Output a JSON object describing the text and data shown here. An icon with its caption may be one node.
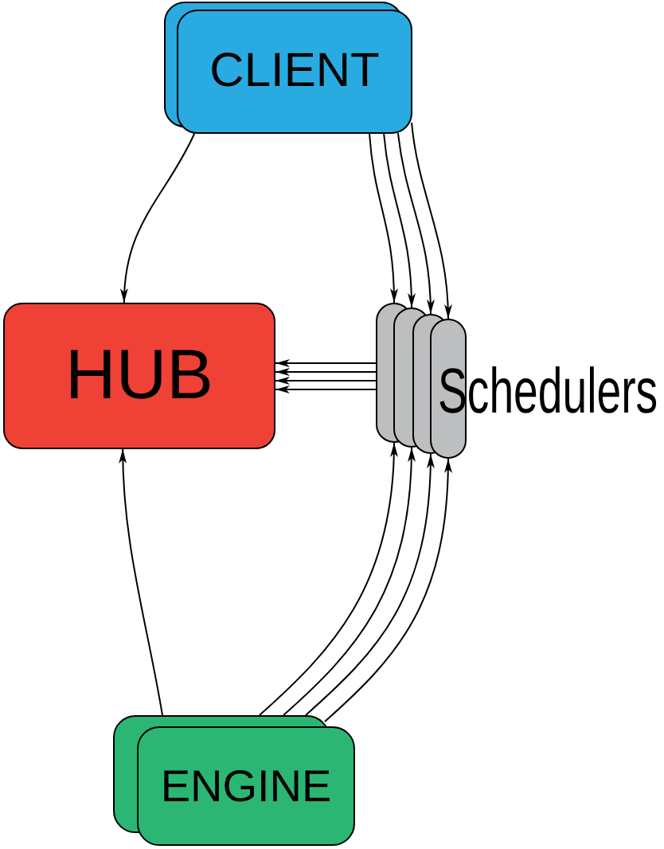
{
  "diagram": {
    "nodes": [
      {
        "text": [
          "CLIENT"
        ]
      },
      {
        "text": [
          "HUB"
        ]
      },
      {
        "text": [],
        "shape": "pill",
        "beside": [
          "Schedulers"
        ]
      },
      {
        "text": [
          "ENGINE"
        ]
      }
    ],
    "edges": [
      {
        "from": 0,
        "to": 1,
        "arrow": "to"
      },
      {
        "from": 0,
        "to": 2,
        "arrow": "to"
      },
      {
        "from": 0,
        "to": 2,
        "arrow": "to"
      },
      {
        "from": 0,
        "to": 2,
        "arrow": "to"
      },
      {
        "from": 0,
        "to": 2,
        "arrow": "to"
      },
      {
        "from": 2,
        "to": 1,
        "arrow": "to"
      },
      {
        "from": 2,
        "to": 1,
        "arrow": "to"
      },
      {
        "from": 2,
        "to": 1,
        "arrow": "to"
      },
      {
        "from": 2,
        "to": 1,
        "arrow": "to"
      },
      {
        "from": 3,
        "to": 1,
        "arrow": "to"
      },
      {
        "from": 3,
        "to": 2,
        "arrow": "to"
      },
      {
        "from": 3,
        "to": 2,
        "arrow": "to"
      },
      {
        "from": 3,
        "to": 2,
        "arrow": "to"
      },
      {
        "from": 3,
        "to": 2,
        "arrow": "to"
      }
    ]
  }
}
